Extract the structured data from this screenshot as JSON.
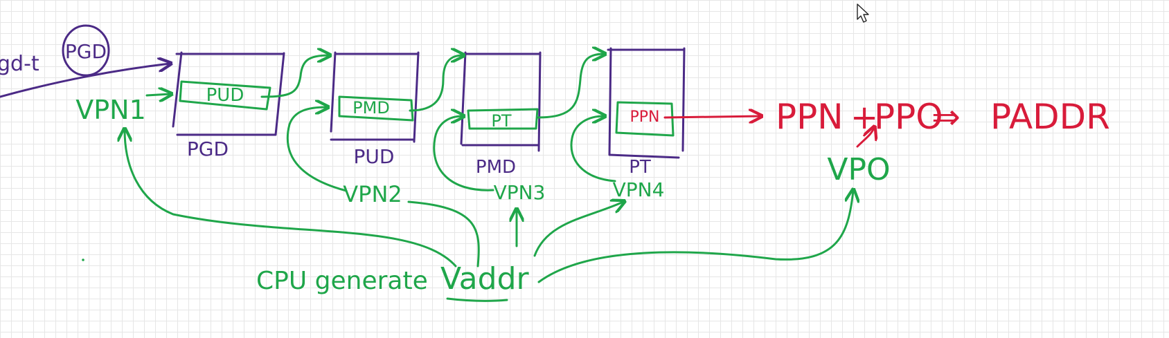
{
  "top_left": {
    "cut_label": "gd-t",
    "circled_label": "PGD"
  },
  "boxes": [
    {
      "entry": "PUD",
      "table": "PGD",
      "index": "VPN1"
    },
    {
      "entry": "PMD",
      "table": "PUD",
      "index": "VPN2"
    },
    {
      "entry": "PT",
      "table": "PMD",
      "index": "VPN3"
    },
    {
      "entry": "PPN",
      "table": "PT",
      "index": "VPN4"
    }
  ],
  "physical": {
    "ppn": "PPN",
    "plus": "+",
    "ppo": "PPO",
    "arrow": "⇒",
    "paddr": "PADDR",
    "vpo": "VPO"
  },
  "bottom": {
    "cpu": "CPU generate",
    "vaddr": "Vaddr"
  },
  "colors": {
    "green": "#1fa64a",
    "purple": "#4b2a86",
    "red": "#d81b3a",
    "grid": "#e6e6e6"
  }
}
